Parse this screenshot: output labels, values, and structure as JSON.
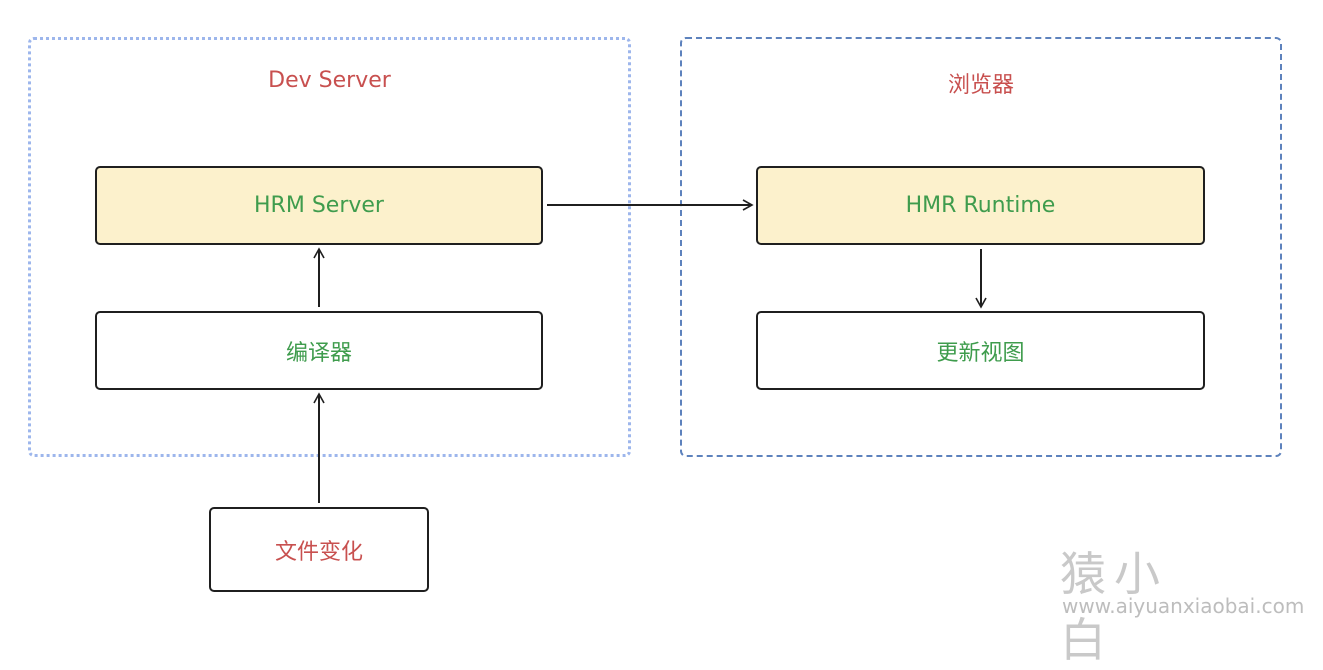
{
  "groups": {
    "dev_server": {
      "title": "Dev Server"
    },
    "browser": {
      "title": "浏览器"
    }
  },
  "nodes": {
    "hrm_server": "HRM Server",
    "compiler": "编译器",
    "file_change": "文件变化",
    "hmr_runtime": "HMR Runtime",
    "update_view": "更新视图"
  },
  "edges": [
    {
      "from": "文件变化",
      "to": "编译器"
    },
    {
      "from": "编译器",
      "to": "HRM Server"
    },
    {
      "from": "HRM Server",
      "to": "HMR Runtime"
    },
    {
      "from": "HMR Runtime",
      "to": "更新视图"
    }
  ],
  "watermark": {
    "title": "猿小白",
    "url": "www.aiyuanxiaobai.com"
  },
  "colors": {
    "group_title": "#c8504f",
    "node_text": "#3f9c4d",
    "node_highlight_fill": "#fcf1cc",
    "dev_border": "#9db6ec",
    "browser_border": "#5d82bd"
  }
}
